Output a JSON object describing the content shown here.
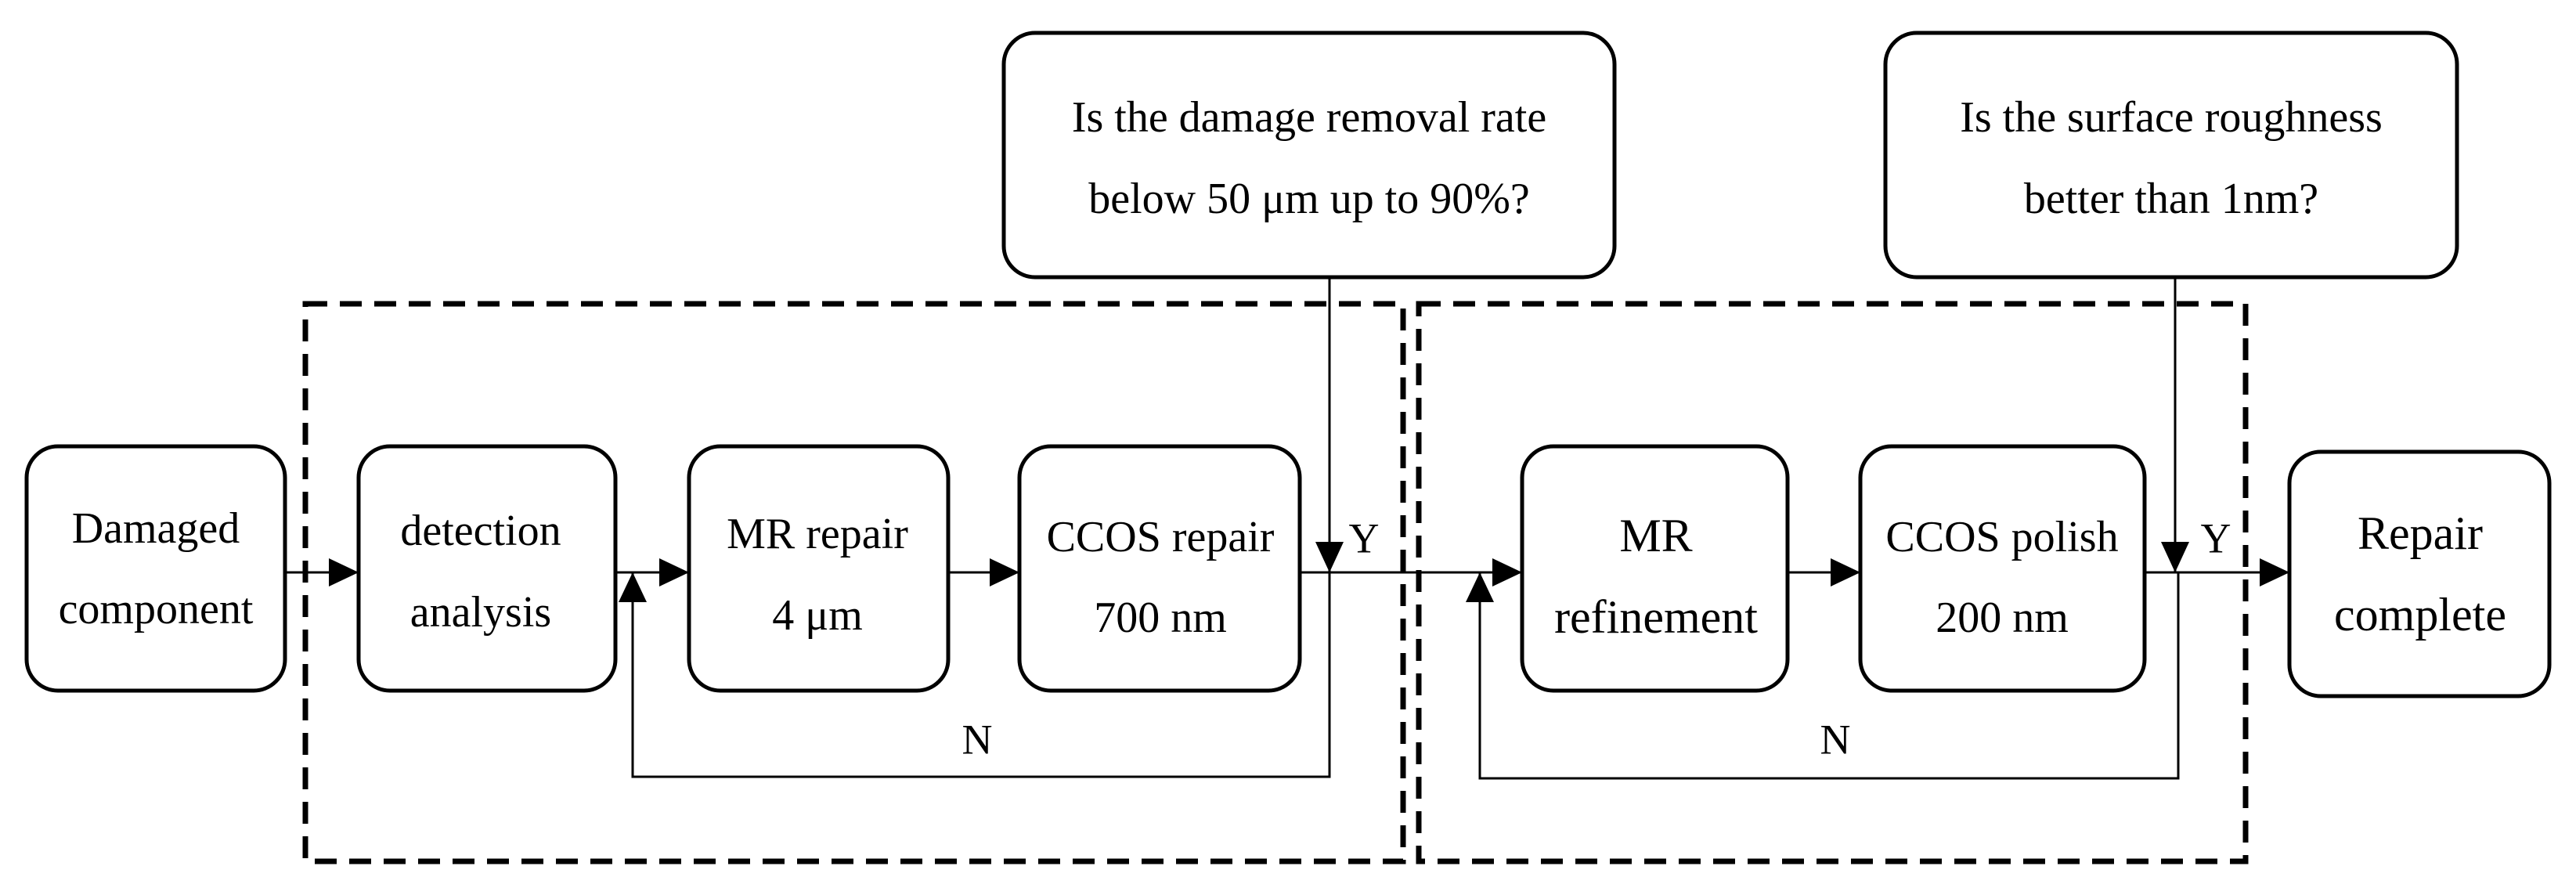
{
  "nodes": {
    "damaged": {
      "line1": "Damaged",
      "line2": "component"
    },
    "detection": {
      "line1": "detection",
      "line2": "analysis"
    },
    "mr_repair": {
      "line1": "MR repair",
      "line2": "4 μm"
    },
    "ccos_repair": {
      "line1": "CCOS repair",
      "line2": "700 nm"
    },
    "mr_refinement": {
      "line1": "MR",
      "line2": "refinement"
    },
    "ccos_polish": {
      "line1": "CCOS polish",
      "line2": "200 nm"
    },
    "repair_complete": {
      "line1": "Repair",
      "line2": "complete"
    }
  },
  "decisions": {
    "damage_removal": {
      "line1": "Is the damage removal rate",
      "line2": "below 50 μm up to 90%?"
    },
    "surface_roughness": {
      "line1": "Is the surface roughness",
      "line2": "better than 1nm?"
    }
  },
  "edge_labels": {
    "yes_1": "Y",
    "no_1": "N",
    "yes_2": "Y",
    "no_2": "N"
  }
}
